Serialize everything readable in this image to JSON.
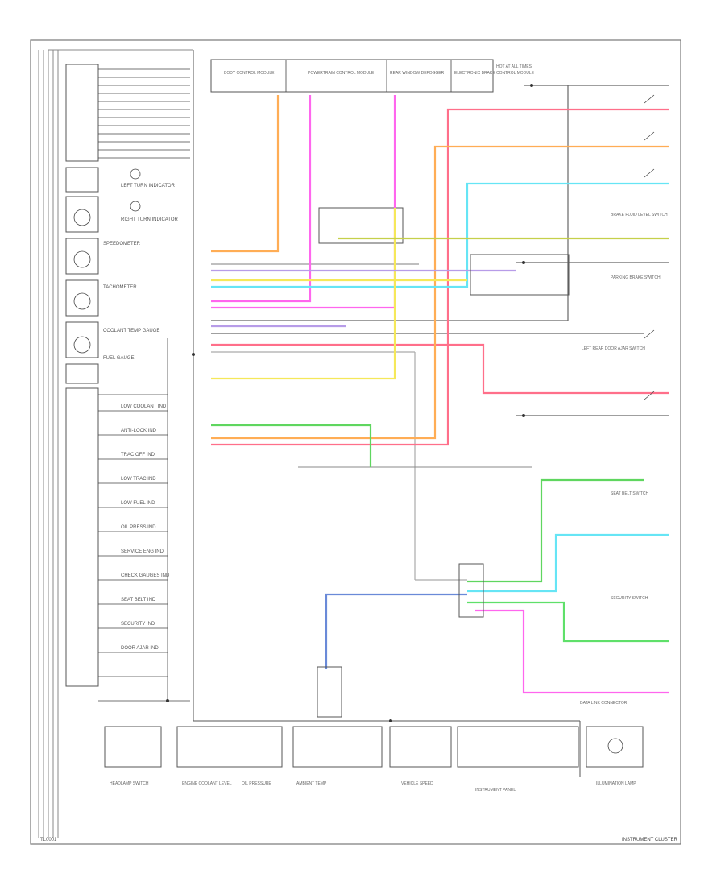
{
  "footer": {
    "left_code": "TL0001",
    "title": "INSTRUMENT CLUSTER"
  },
  "gauges": [
    {
      "id": "left_turn",
      "label": "LEFT TURN INDICATOR"
    },
    {
      "id": "right_turn",
      "label": "RIGHT TURN INDICATOR"
    },
    {
      "id": "speedometer",
      "label": "SPEEDOMETER"
    },
    {
      "id": "tachometer",
      "label": "TACHOMETER"
    },
    {
      "id": "coolant",
      "label": "COOLANT TEMP GAUGE"
    },
    {
      "id": "fuel",
      "label": "FUEL GAUGE"
    }
  ],
  "cluster_items": [
    "LOW COOLANT IND",
    "ANTI-LOCK IND",
    "TRAC OFF IND",
    "LOW TRAC IND",
    "LOW FUEL IND",
    "OIL PRESS IND",
    "SERVICE ENG IND",
    "CHECK GAUGES IND",
    "SEAT BELT IND",
    "SECURITY IND",
    "DOOR AJAR IND"
  ],
  "top_components": [
    "BODY CONTROL MODULE",
    "POWERTRAIN CONTROL MODULE",
    "REAR WINDOW DEFOGGER",
    "ELECTRONIC BRAKE CONTROL MODULE",
    "HOT AT ALL TIMES"
  ],
  "right_components": [
    "BRAKE FLUID LEVEL SWITCH",
    "PARKING BRAKE SWITCH",
    "LEFT REAR DOOR AJAR SWITCH",
    "DATA LINK CONNECTOR",
    "SEAT BELT SWITCH",
    "SECURITY SWITCH"
  ],
  "bottom_components": [
    "HEADLAMP SWITCH",
    "ENGINE COOLANT LEVEL",
    "OIL PRESSURE",
    "AMBIENT TEMP",
    "VEHICLE SPEED",
    "INSTRUMENT PANEL",
    "ILLUMINATION LAMP"
  ]
}
